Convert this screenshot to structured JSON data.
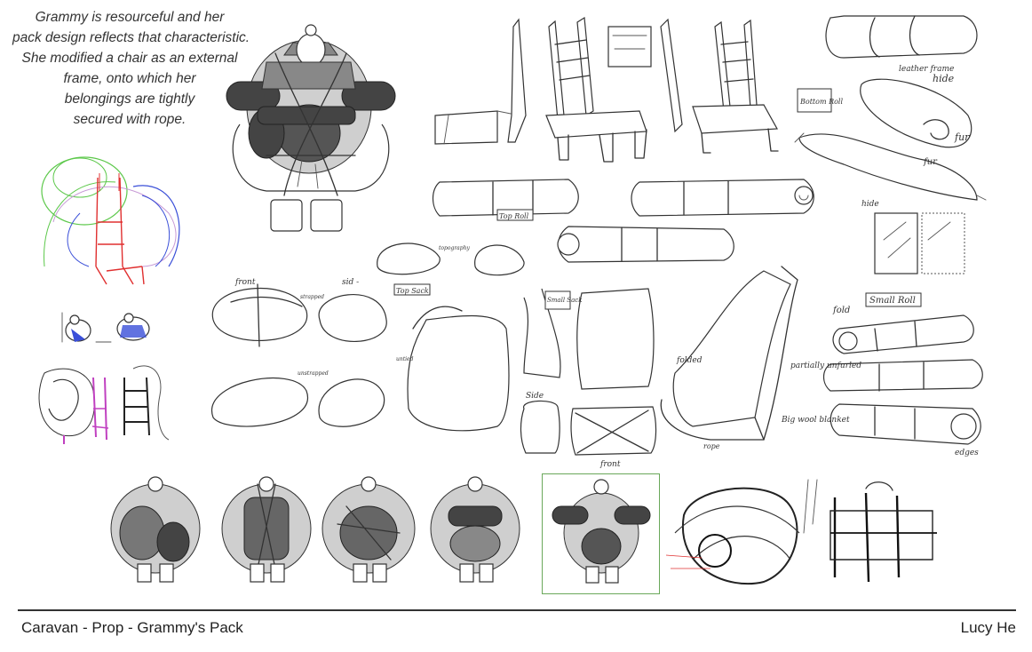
{
  "intro_lines": [
    "Grammy is resourceful and her",
    "pack design reflects that characteristic.",
    "She modified a chair as an external",
    "frame, onto which her",
    "belongings are tightly",
    "secured with rope."
  ],
  "labels": {
    "leather_frame": "leather frame",
    "hide_top": "hide",
    "bottom_roll": "Bottom Roll",
    "fur_1": "fur",
    "fur_2": "fur",
    "hide_bottom": "hide",
    "top_roll": "Top Roll",
    "topography": "topography",
    "top_sack": "Top Sack",
    "front_sack": "front",
    "side_sack": "sid -",
    "strapped": "strapped",
    "unstrapped": "unstrapped",
    "untied": "untied",
    "small_sack": "Small Sack",
    "side_small": "Side",
    "front_small": "front",
    "folded": "folded",
    "rope": "rope",
    "partially_unfurled": "partially unfurled",
    "big_wool_blanket": "Big wool blanket",
    "fold": "fold",
    "small_roll": "Small Roll",
    "edges": "edges"
  },
  "footer": {
    "title": "Caravan - Prop - Grammy's Pack",
    "author": "Lucy He"
  },
  "colors": {
    "selection_frame": "#6aa85a",
    "sketch_red": "#e03030",
    "sketch_blue": "#3a4fd8",
    "sketch_green": "#5cc84a",
    "sketch_magenta": "#c040c0"
  },
  "variants_count_note": ""
}
